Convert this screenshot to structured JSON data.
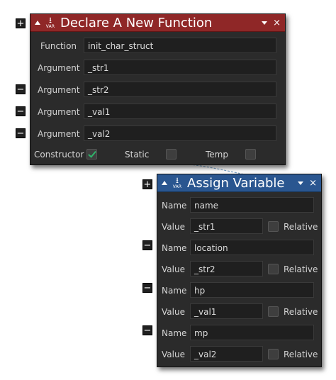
{
  "declare_panel": {
    "title": "Declare A New Function",
    "var_icon_text": "VAR",
    "function_label": "Function",
    "function_value": "init_char_struct",
    "arguments": [
      {
        "label": "Argument",
        "value": "_str1"
      },
      {
        "label": "Argument",
        "value": "_str2"
      },
      {
        "label": "Argument",
        "value": "_val1"
      },
      {
        "label": "Argument",
        "value": "_val2"
      }
    ],
    "options": [
      {
        "label": "Constructor",
        "checked": true
      },
      {
        "label": "Static",
        "checked": false
      },
      {
        "label": "Temp",
        "checked": false
      }
    ]
  },
  "assign_panel": {
    "title": "Assign Variable",
    "var_icon_text": "VAR",
    "pairs": [
      {
        "name_label": "Name",
        "name": "name",
        "value_label": "Value",
        "value": "_str1",
        "relative_label": "Relative",
        "relative": false
      },
      {
        "name_label": "Name",
        "name": "location",
        "value_label": "Value",
        "value": "_str2",
        "relative_label": "Relative",
        "relative": false
      },
      {
        "name_label": "Name",
        "name": "hp",
        "value_label": "Value",
        "value": "_val1",
        "relative_label": "Relative",
        "relative": false
      },
      {
        "name_label": "Name",
        "name": "mp",
        "value_label": "Value",
        "value": "_val2",
        "relative_label": "Relative",
        "relative": false
      }
    ]
  },
  "icons": {
    "plus": "+",
    "minus": "−",
    "close": "×",
    "download_arrow": "⭳"
  },
  "colors": {
    "declare_titlebar": "#8f2727",
    "assign_titlebar": "#2a5690",
    "panel_bg": "#2b2b2b",
    "check_green": "#2fb36a"
  }
}
